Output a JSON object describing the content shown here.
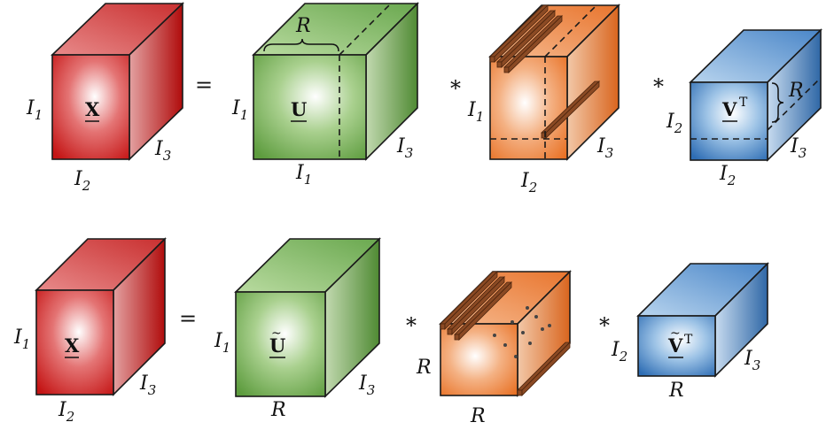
{
  "colors": {
    "red": "#c81e1e",
    "green": "#6aa84f",
    "orange": "#e8742e",
    "blue": "#3f7fc4",
    "fiber": "#8b4a24"
  },
  "operators": {
    "equals": "=",
    "times": "*"
  },
  "row1": {
    "x": {
      "name": "X",
      "left": "I",
      "left_sub": "1",
      "bottom": "I",
      "bottom_sub": "2",
      "depth": "I",
      "depth_sub": "3"
    },
    "u": {
      "name": "U",
      "left": "I",
      "left_sub": "1",
      "bottom": "I",
      "bottom_sub": "1",
      "depth": "I",
      "depth_sub": "3",
      "top": "R"
    },
    "core": {
      "left": "I",
      "left_sub": "1",
      "bottom": "I",
      "bottom_sub": "2",
      "depth": "I",
      "depth_sub": "3"
    },
    "v": {
      "name": "V",
      "sup": "T",
      "left": "I",
      "left_sub": "2",
      "bottom": "I",
      "bottom_sub": "2",
      "depth": "I",
      "depth_sub": "3",
      "right": "R"
    }
  },
  "row2": {
    "x": {
      "name": "X",
      "left": "I",
      "left_sub": "1",
      "bottom": "I",
      "bottom_sub": "2",
      "depth": "I",
      "depth_sub": "3"
    },
    "u": {
      "name": "U",
      "tilde": "~",
      "left": "I",
      "left_sub": "1",
      "bottom": "R",
      "depth": "I",
      "depth_sub": "3"
    },
    "core": {
      "left": "R",
      "bottom": "R"
    },
    "v": {
      "name": "V",
      "tilde": "~",
      "sup": "T",
      "left": "I",
      "left_sub": "2",
      "bottom": "R",
      "depth": "I",
      "depth_sub": "3"
    }
  }
}
